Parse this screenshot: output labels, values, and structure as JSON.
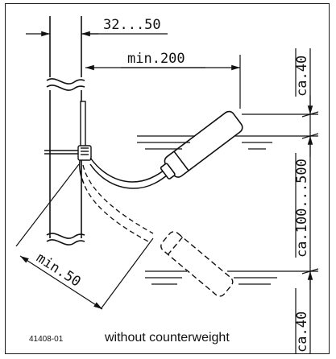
{
  "dimensions": {
    "pipe_diameter": "32...50",
    "min_distance": "min.200",
    "top_clearance": "ca.40",
    "switching_range": "ca.100...500",
    "bottom_clearance": "ca.40",
    "cable_length": "min.50"
  },
  "figure_id": "41408-01",
  "caption": "without counterweight"
}
